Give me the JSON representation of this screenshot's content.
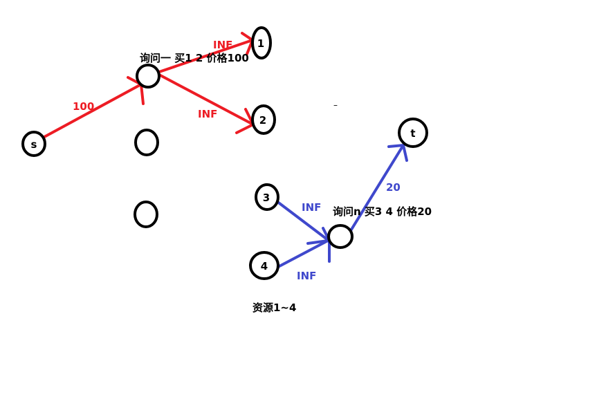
{
  "colors": {
    "red": "#ed1c24",
    "blue": "#3f48cc",
    "black": "#000000"
  },
  "nodes": {
    "s": "s",
    "n1": "1",
    "n2": "2",
    "n3": "3",
    "n4": "4",
    "t": "t"
  },
  "edges": {
    "s_q1": "100",
    "q1_1": "INF",
    "q1_2": "INF",
    "3_qn": "INF",
    "4_qn": "INF",
    "qn_t": "20"
  },
  "annotations": {
    "query1": "询问一 买1 2 价格100",
    "queryn": "询问n 买3 4 价格20",
    "resources": "资源1~4",
    "dash": "–"
  }
}
